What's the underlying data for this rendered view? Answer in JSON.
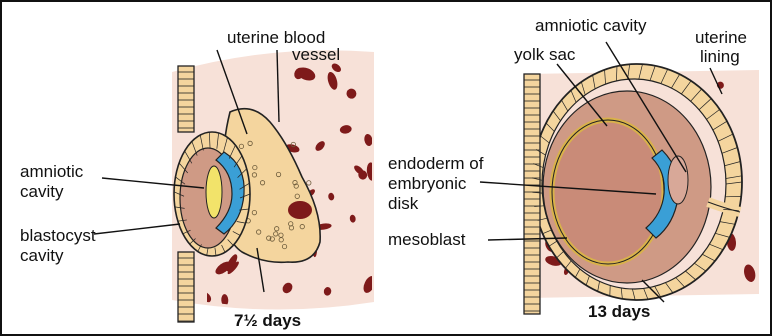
{
  "left_panel": {
    "labels": {
      "uterine_blood": "uterine  blood",
      "vessel": "vessel",
      "amniotic_1": "amniotic",
      "amniotic_2": "cavity",
      "blastocyst_1": "blastocyst",
      "blastocyst_2": "cavity"
    },
    "caption": "7½ days"
  },
  "right_panel": {
    "labels": {
      "amniotic_cavity": "amniotic cavity",
      "yolk_sac": "yolk sac",
      "uterine_1": "uterine",
      "uterine_2": "lining",
      "endoderm_1": "endoderm of",
      "endoderm_2": "embryonic",
      "endoderm_3": "disk",
      "mesoblast": "mesoblast"
    },
    "caption": "13 days"
  },
  "colors": {
    "tissue": "#f7e1d8",
    "vessel": "#7e1a1a",
    "cell_wall": "#f4d59e",
    "cavity": "#cf9a85",
    "embryo": "#3a9fd6",
    "yolk_dot": "#f2d44a",
    "outline": "#222222"
  }
}
